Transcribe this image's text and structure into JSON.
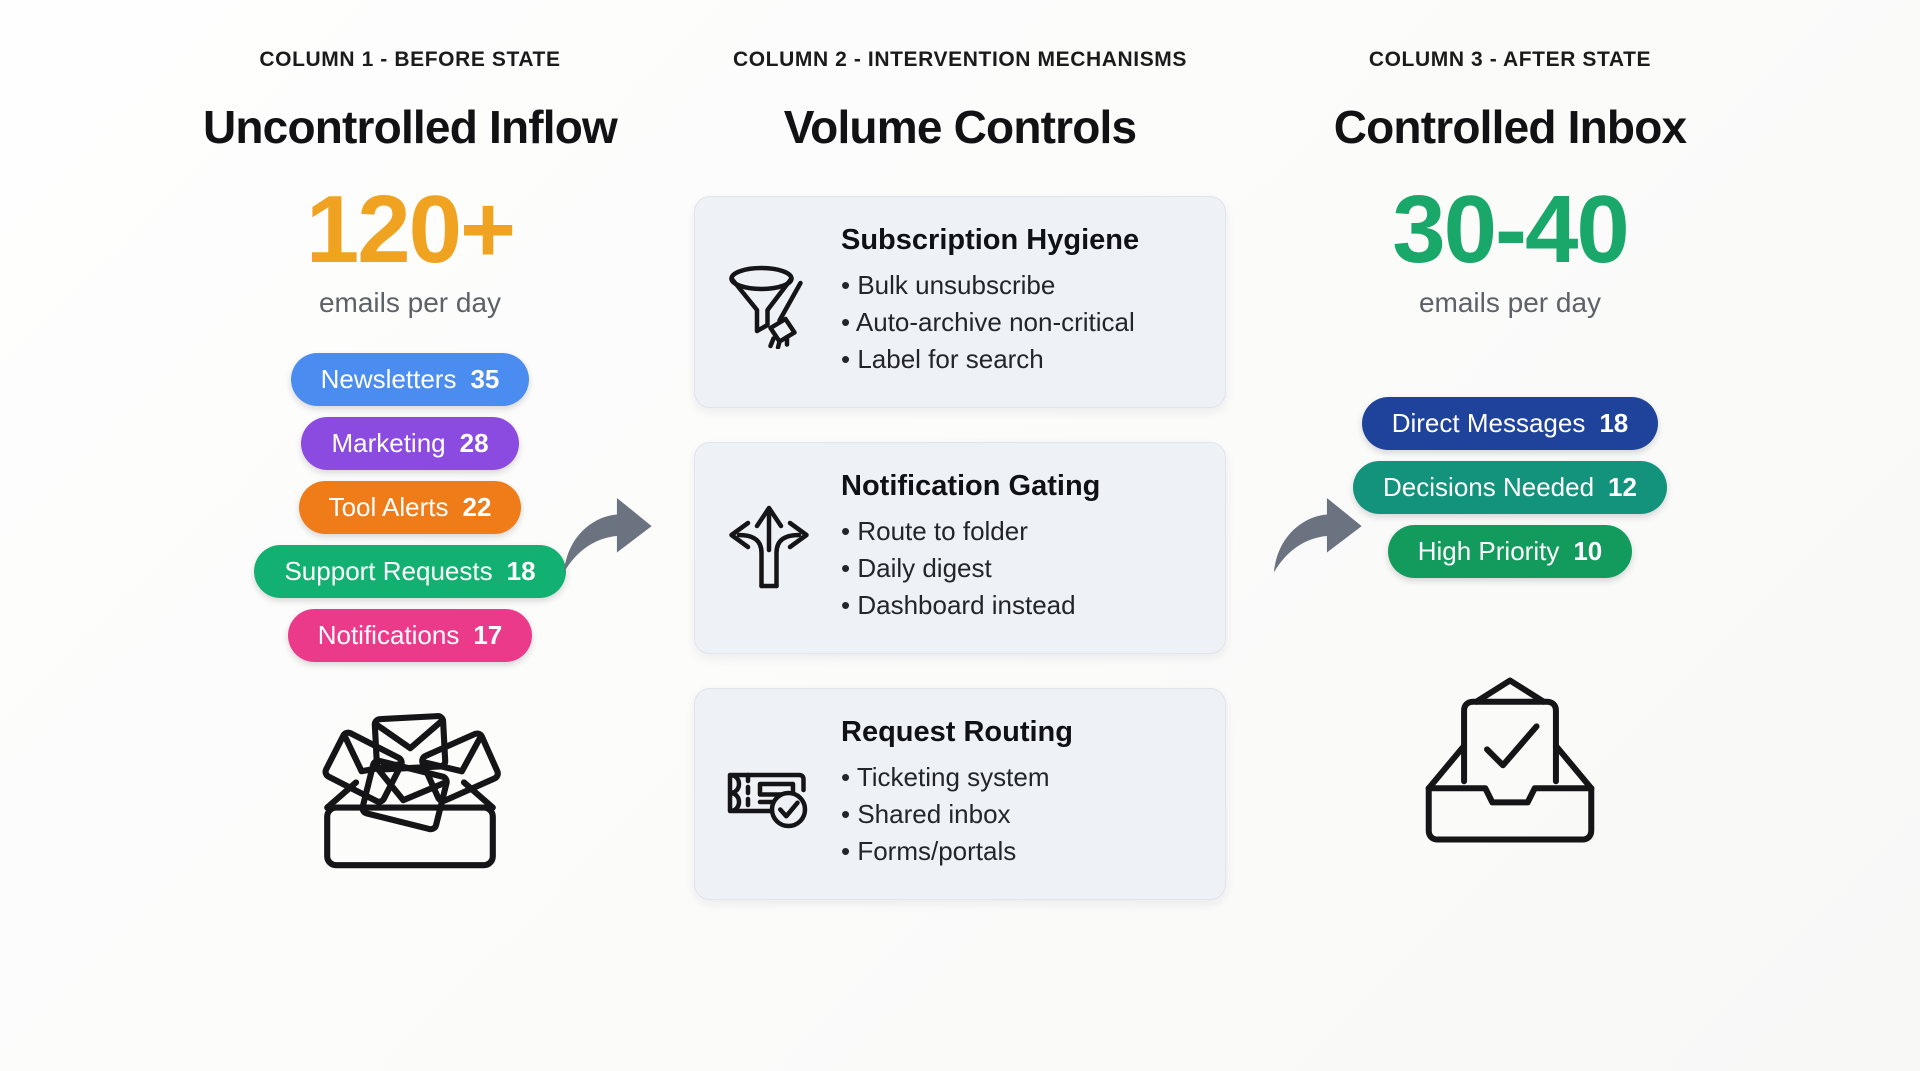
{
  "columns": [
    {
      "kicker": "COLUMN 1 - BEFORE STATE",
      "title": "Uncontrolled Inflow",
      "metric": "120+",
      "metric_sub": "emails per day",
      "metric_color": "#efa321",
      "illustration": "overflowing-inbox-envelopes-icon",
      "pills": [
        {
          "label": "Newsletters",
          "count": "35",
          "color": "#4a8cf0"
        },
        {
          "label": "Marketing",
          "count": "28",
          "color": "#8b4ae0"
        },
        {
          "label": "Tool Alerts",
          "count": "22",
          "color": "#ef7c18"
        },
        {
          "label": "Support Requests",
          "count": "18",
          "color": "#12b172"
        },
        {
          "label": "Notifications",
          "count": "17",
          "color": "#ec3a8b"
        }
      ]
    },
    {
      "kicker": "COLUMN 2 - INTERVENTION MECHANISMS",
      "title": "Volume Controls",
      "cards": [
        {
          "icon": "funnel-broom-icon",
          "title": "Subscription Hygiene",
          "bullets": [
            "Bulk unsubscribe",
            "Auto-archive non-critical",
            "Label for search"
          ]
        },
        {
          "icon": "three-way-arrow-icon",
          "title": "Notification Gating",
          "bullets": [
            "Route to folder",
            "Daily digest",
            "Dashboard instead"
          ]
        },
        {
          "icon": "ticket-check-icon",
          "title": "Request Routing",
          "bullets": [
            "Ticketing system",
            "Shared inbox",
            "Forms/portals"
          ]
        }
      ]
    },
    {
      "kicker": "COLUMN 3 - AFTER STATE",
      "title": "Controlled Inbox",
      "metric": "30-40",
      "metric_sub": "emails per day",
      "metric_color": "#1aa86a",
      "illustration": "tidy-inbox-check-icon",
      "pills": [
        {
          "label": "Direct Messages",
          "count": "18",
          "color": "#1f429b"
        },
        {
          "label": "Decisions Needed",
          "count": "12",
          "color": "#13937c"
        },
        {
          "label": "High Priority",
          "count": "10",
          "color": "#129b5c"
        }
      ]
    }
  ],
  "arrows": [
    {
      "name": "flow-arrow-1"
    },
    {
      "name": "flow-arrow-2"
    }
  ],
  "theme": {
    "background": "#fdfdfc",
    "card_background": "#eef1f6",
    "card_border": "#e0e4ec",
    "arrow_color": "#6b7280",
    "text_primary": "#121214",
    "text_muted": "#5d6168"
  }
}
